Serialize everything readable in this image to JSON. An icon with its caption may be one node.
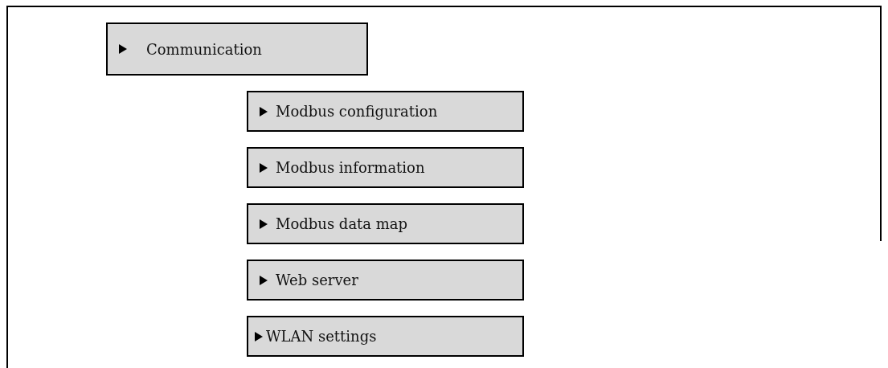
{
  "diagram": {
    "nodes": [
      {
        "text": [
          "Communication"
        ]
      },
      {
        "text": [
          "Modbus configuration"
        ]
      },
      {
        "text": [
          "Modbus information"
        ]
      },
      {
        "text": [
          "Modbus data map"
        ]
      },
      {
        "text": [
          "Web server"
        ]
      },
      {
        "text": [
          "WLAN settings"
        ]
      }
    ]
  }
}
